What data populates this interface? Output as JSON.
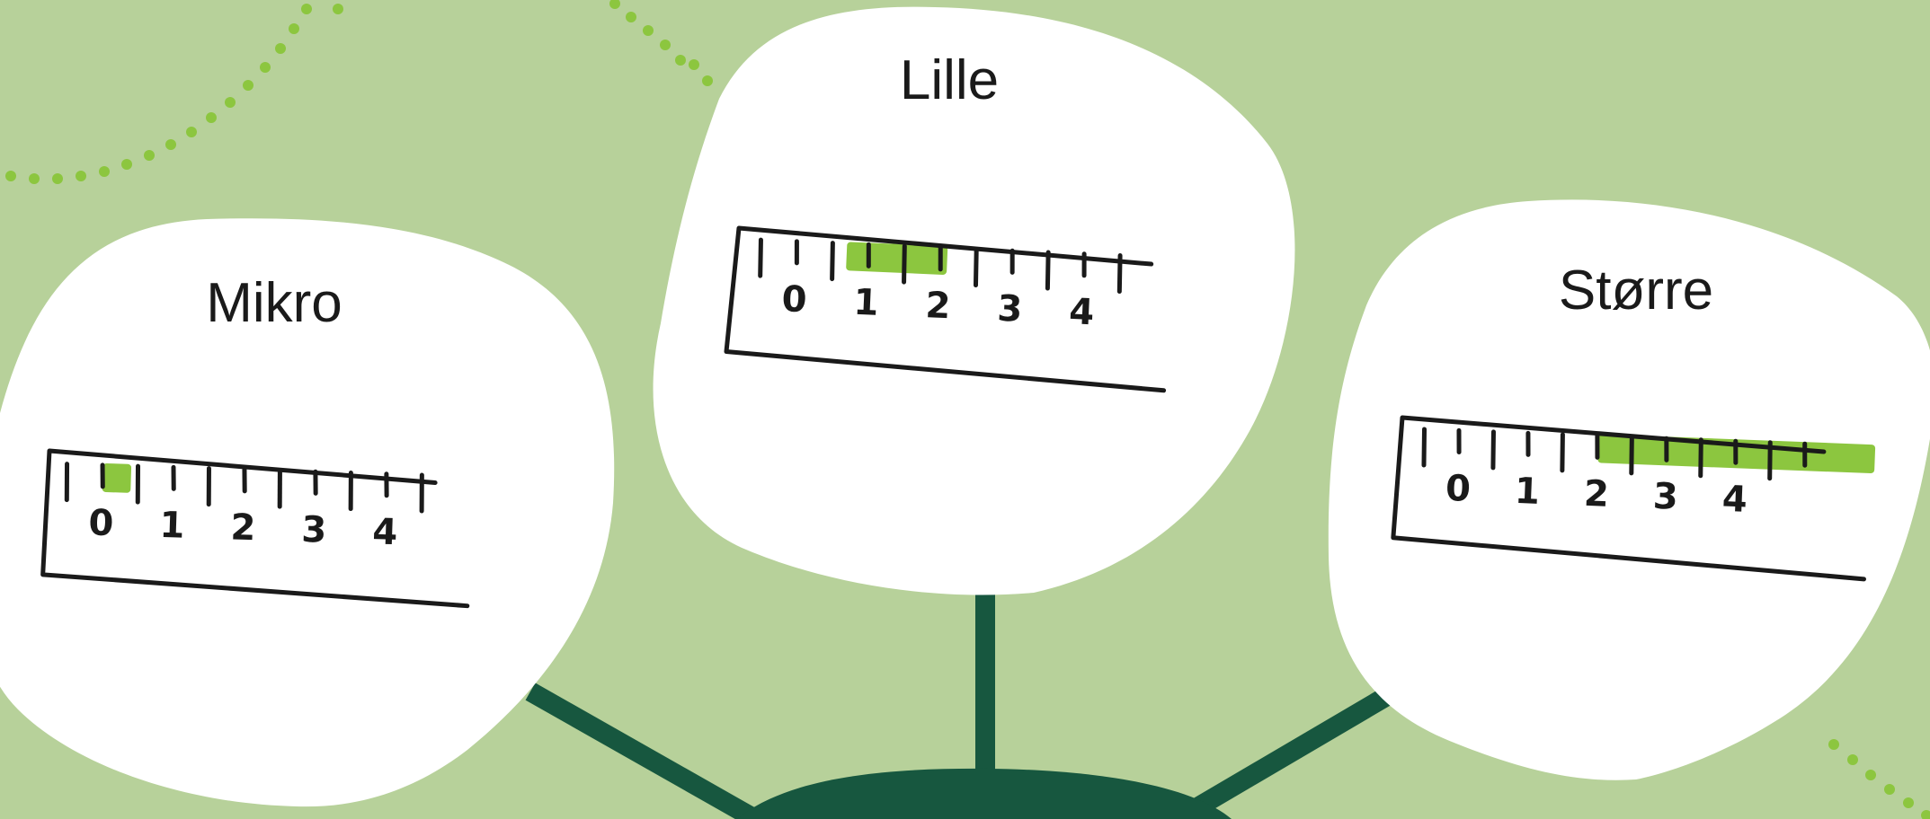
{
  "colors": {
    "background": "#b7d19a",
    "bubble": "#ffffff",
    "connector": "#17573f",
    "highlight": "#8cc63f",
    "dots": "#8cc63f",
    "ink": "#1a1a1a"
  },
  "bubbles": [
    {
      "id": "mikro",
      "title": "Mikro",
      "ruler_labels": [
        "0",
        "1",
        "2",
        "3",
        "4"
      ],
      "highlight_range": [
        0,
        0.4
      ]
    },
    {
      "id": "lille",
      "title": "Lille",
      "ruler_labels": [
        "0",
        "1",
        "2",
        "3",
        "4"
      ],
      "highlight_range": [
        0.7,
        2.1
      ]
    },
    {
      "id": "storre",
      "title": "Større",
      "ruler_labels": [
        "0",
        "1",
        "2",
        "3",
        "4"
      ],
      "highlight_range": [
        2.0,
        6.0
      ]
    }
  ]
}
